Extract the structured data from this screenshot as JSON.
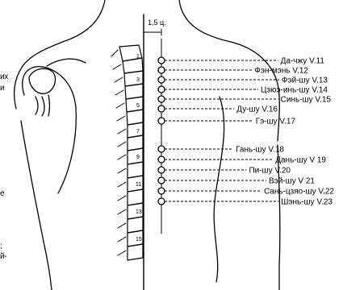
{
  "measure_label": "1,5 ц.",
  "side_text": [
    "их",
    "и",
    "е",
    ";",
    "й-"
  ],
  "vertebra_numbers": [
    "1",
    "3",
    "5",
    "7",
    "9",
    "11",
    "13",
    "15"
  ],
  "points": [
    {
      "label": "Да-чжу V.11"
    },
    {
      "label": "Фэн-мэнь V.12"
    },
    {
      "label": "Фэй-шу V.13"
    },
    {
      "label": "Цзюэ-инь-шу V.14"
    },
    {
      "label": "Синь-шу V.15"
    },
    {
      "label": "Ду-шу V.16"
    },
    {
      "label": "Гэ-шу V.17"
    },
    {
      "label": "Гань-шу V.18"
    },
    {
      "label": "Дань-шу V 19"
    },
    {
      "label": "Пи-шу V.20"
    },
    {
      "label": "Вэй-шу V 21"
    },
    {
      "label": "Сань-цзяо-шу V.22"
    },
    {
      "label": "Шэнь-шу V.23"
    }
  ]
}
